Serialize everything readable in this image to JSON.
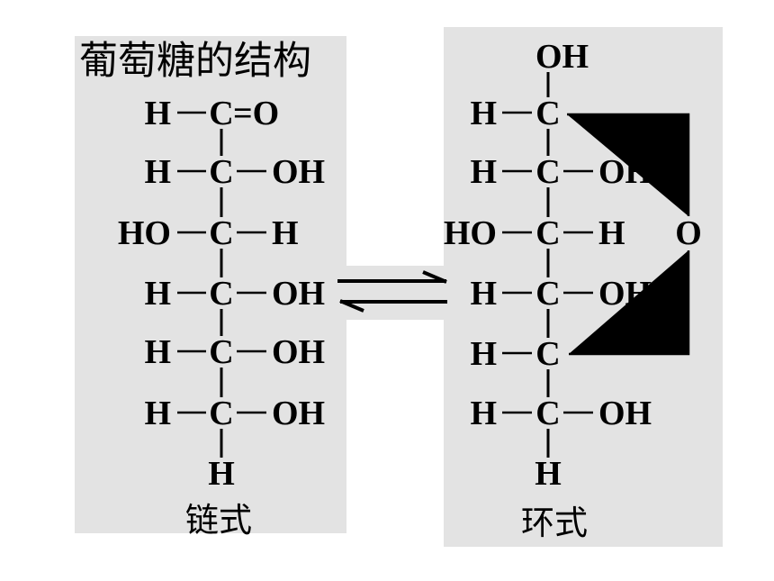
{
  "title": "葡萄糖的结构",
  "chain": {
    "label": "链式",
    "rows": [
      {
        "left": "H",
        "center": "C",
        "right": "=O"
      },
      {
        "left": "H",
        "center": "C",
        "right": "OH"
      },
      {
        "left": "HO",
        "center": "C",
        "right": "H"
      },
      {
        "left": "H",
        "center": "C",
        "right": "OH"
      },
      {
        "left": "H",
        "center": "C",
        "right": "OH"
      },
      {
        "left": "H",
        "center": "C",
        "right": "OH"
      }
    ],
    "bottom": "H"
  },
  "ring": {
    "label": "环式",
    "top": "OH",
    "ring_oxygen": "O",
    "rows": [
      {
        "left": "H",
        "center": "C"
      },
      {
        "left": "H",
        "center": "C",
        "right": "OH"
      },
      {
        "left": "HO",
        "center": "C",
        "right": "H"
      },
      {
        "left": "H",
        "center": "C",
        "right": "OH"
      },
      {
        "left": "H",
        "center": "C"
      },
      {
        "left": "H",
        "center": "C",
        "right": "OH"
      }
    ],
    "bottom": "H"
  },
  "colors": {
    "panel": "#e3e3e3",
    "ink": "#000000",
    "background": "#ffffff"
  }
}
